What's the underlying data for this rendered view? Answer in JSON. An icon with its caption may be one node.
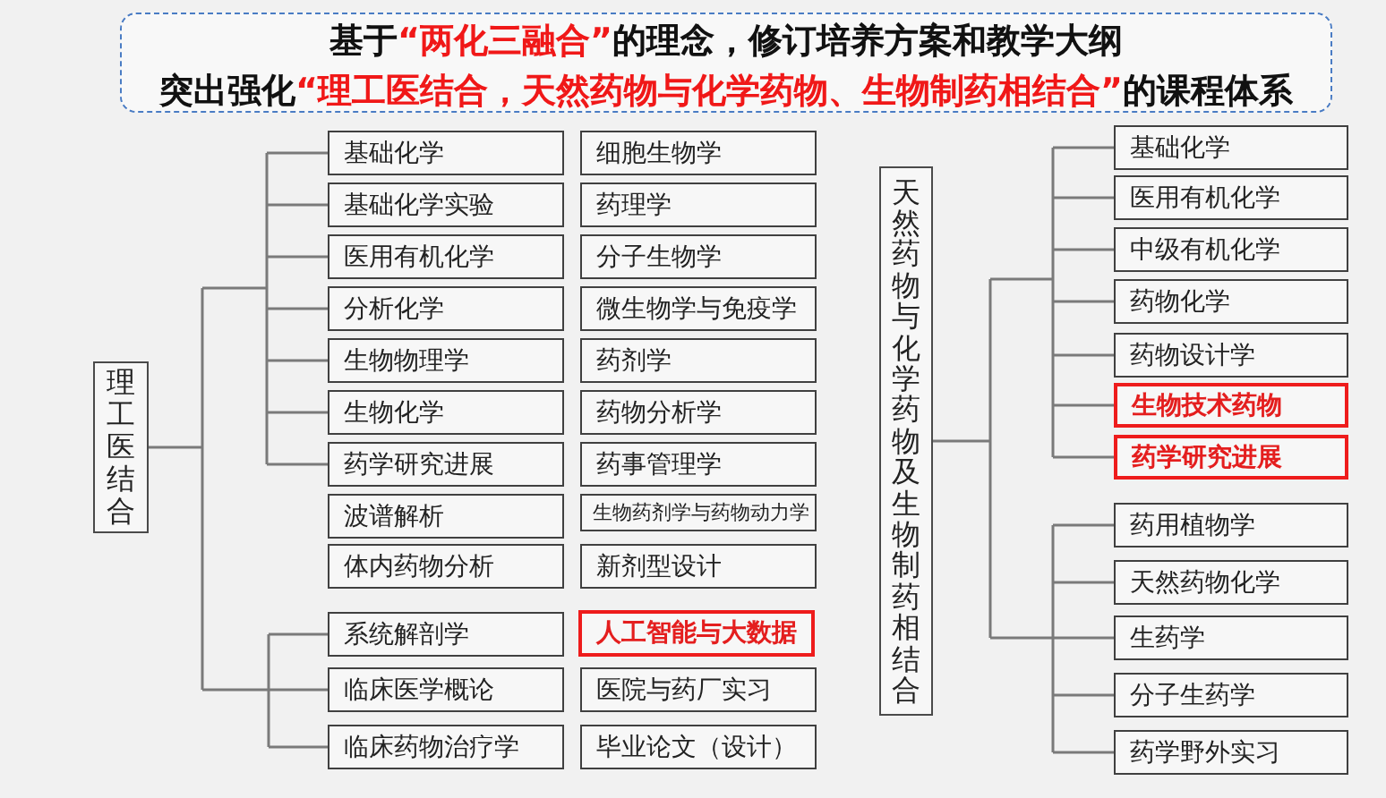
{
  "diagram": {
    "nodes": [
      {
        "text": [
          "基于“两化三融合”的理念，修订培养方案和教学大纲",
          "突出强化“理工医结合，天然药物与化学药物、生物制药相结合”的课程体系"
        ]
      },
      {
        "text": [
          "理工医结合"
        ]
      },
      {
        "text": [
          "基础化学"
        ]
      },
      {
        "text": [
          "细胞生物学"
        ]
      },
      {
        "text": [
          "基础化学实验"
        ]
      },
      {
        "text": [
          "药理学"
        ]
      },
      {
        "text": [
          "医用有机化学"
        ]
      },
      {
        "text": [
          "分子生物学"
        ]
      },
      {
        "text": [
          "分析化学"
        ]
      },
      {
        "text": [
          "微生物学与免疫学"
        ]
      },
      {
        "text": [
          "生物物理学"
        ]
      },
      {
        "text": [
          "药剂学"
        ]
      },
      {
        "text": [
          "生物化学"
        ]
      },
      {
        "text": [
          "药物分析学"
        ]
      },
      {
        "text": [
          "药学研究进展"
        ]
      },
      {
        "text": [
          "药事管理学"
        ]
      },
      {
        "text": [
          "波谱解析"
        ]
      },
      {
        "text": [
          "生物药剂学与药物动力学"
        ]
      },
      {
        "text": [
          "体内药物分析"
        ]
      },
      {
        "text": [
          "新剂型设计"
        ]
      },
      {
        "text": [
          "系统解剖学"
        ]
      },
      {
        "text": [
          "人工智能与大数据"
        ]
      },
      {
        "text": [
          "临床医学概论"
        ]
      },
      {
        "text": [
          "医院与药厂实习"
        ]
      },
      {
        "text": [
          "临床药物治疗学"
        ]
      },
      {
        "text": [
          "毕业论文（设计）"
        ]
      },
      {
        "text": [
          "天然药物与化学药物及生物制药相结合"
        ]
      },
      {
        "text": [
          "基础化学"
        ]
      },
      {
        "text": [
          "医用有机化学"
        ]
      },
      {
        "text": [
          "中级有机化学"
        ]
      },
      {
        "text": [
          "药物化学"
        ]
      },
      {
        "text": [
          "药物设计学"
        ]
      },
      {
        "text": [
          "生物技术药物"
        ]
      },
      {
        "text": [
          "药学研究进展"
        ]
      },
      {
        "text": [
          "药用植物学"
        ]
      },
      {
        "text": [
          "天然药物化学"
        ]
      },
      {
        "text": [
          "生药学"
        ]
      },
      {
        "text": [
          "分子生药学"
        ]
      },
      {
        "text": [
          "药学野外实习"
        ]
      }
    ],
    "edges": [
      {
        "from": 1,
        "to": 2,
        "arrow": "none"
      },
      {
        "from": 1,
        "to": 4,
        "arrow": "none"
      },
      {
        "from": 1,
        "to": 6,
        "arrow": "none"
      },
      {
        "from": 1,
        "to": 8,
        "arrow": "none"
      },
      {
        "from": 1,
        "to": 10,
        "arrow": "none"
      },
      {
        "from": 1,
        "to": 12,
        "arrow": "none"
      },
      {
        "from": 1,
        "to": 14,
        "arrow": "none"
      },
      {
        "from": 1,
        "to": 20,
        "arrow": "none"
      },
      {
        "from": 1,
        "to": 22,
        "arrow": "none"
      },
      {
        "from": 1,
        "to": 24,
        "arrow": "none"
      },
      {
        "from": 26,
        "to": 27,
        "arrow": "none"
      },
      {
        "from": 26,
        "to": 28,
        "arrow": "none"
      },
      {
        "from": 26,
        "to": 29,
        "arrow": "none"
      },
      {
        "from": 26,
        "to": 30,
        "arrow": "none"
      },
      {
        "from": 26,
        "to": 31,
        "arrow": "none"
      },
      {
        "from": 26,
        "to": 32,
        "arrow": "none"
      },
      {
        "from": 26,
        "to": 33,
        "arrow": "none"
      },
      {
        "from": 26,
        "to": 34,
        "arrow": "none"
      },
      {
        "from": 26,
        "to": 35,
        "arrow": "none"
      },
      {
        "from": 26,
        "to": 36,
        "arrow": "none"
      },
      {
        "from": 26,
        "to": 37,
        "arrow": "none"
      },
      {
        "from": 26,
        "to": 38,
        "arrow": "none"
      }
    ]
  }
}
